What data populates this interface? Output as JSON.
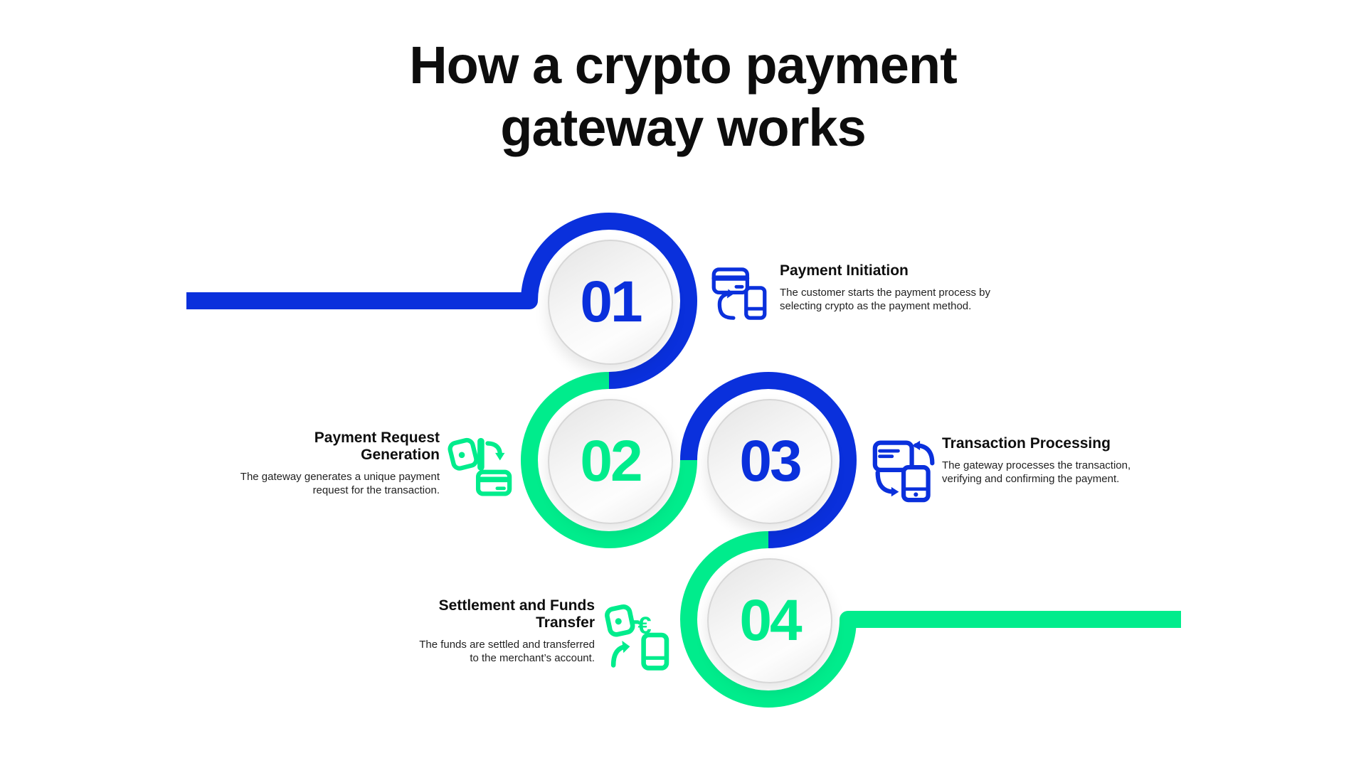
{
  "theme": {
    "blue": "#0a30dc",
    "green": "#00ec8c",
    "bg": "#ffffff",
    "heading_color": "#0d0d0d",
    "body_color": "#222222",
    "circle_fill": "#f0f0f0"
  },
  "title": "How a crypto payment\ngateway works",
  "steps": [
    {
      "number": "01",
      "color": "blue",
      "title": "Payment Initiation",
      "description": "The customer starts the payment process by\nselecting crypto as the payment method.",
      "icon": "card-to-phone-icon"
    },
    {
      "number": "02",
      "color": "green",
      "title": "Payment Request\nGeneration",
      "description": "The gateway generates a unique payment\nrequest for the transaction.",
      "icon": "wallet-to-card-icon"
    },
    {
      "number": "03",
      "color": "blue",
      "title": "Transaction Processing",
      "description": "The gateway processes the transaction,\nverifying and confirming the payment.",
      "icon": "document-sync-phone-icon"
    },
    {
      "number": "04",
      "color": "green",
      "title": "Settlement and Funds\nTransfer",
      "description": "The funds are settled and transferred\nto the merchant’s account.",
      "icon": "wallet-to-phone-euro-icon"
    }
  ]
}
